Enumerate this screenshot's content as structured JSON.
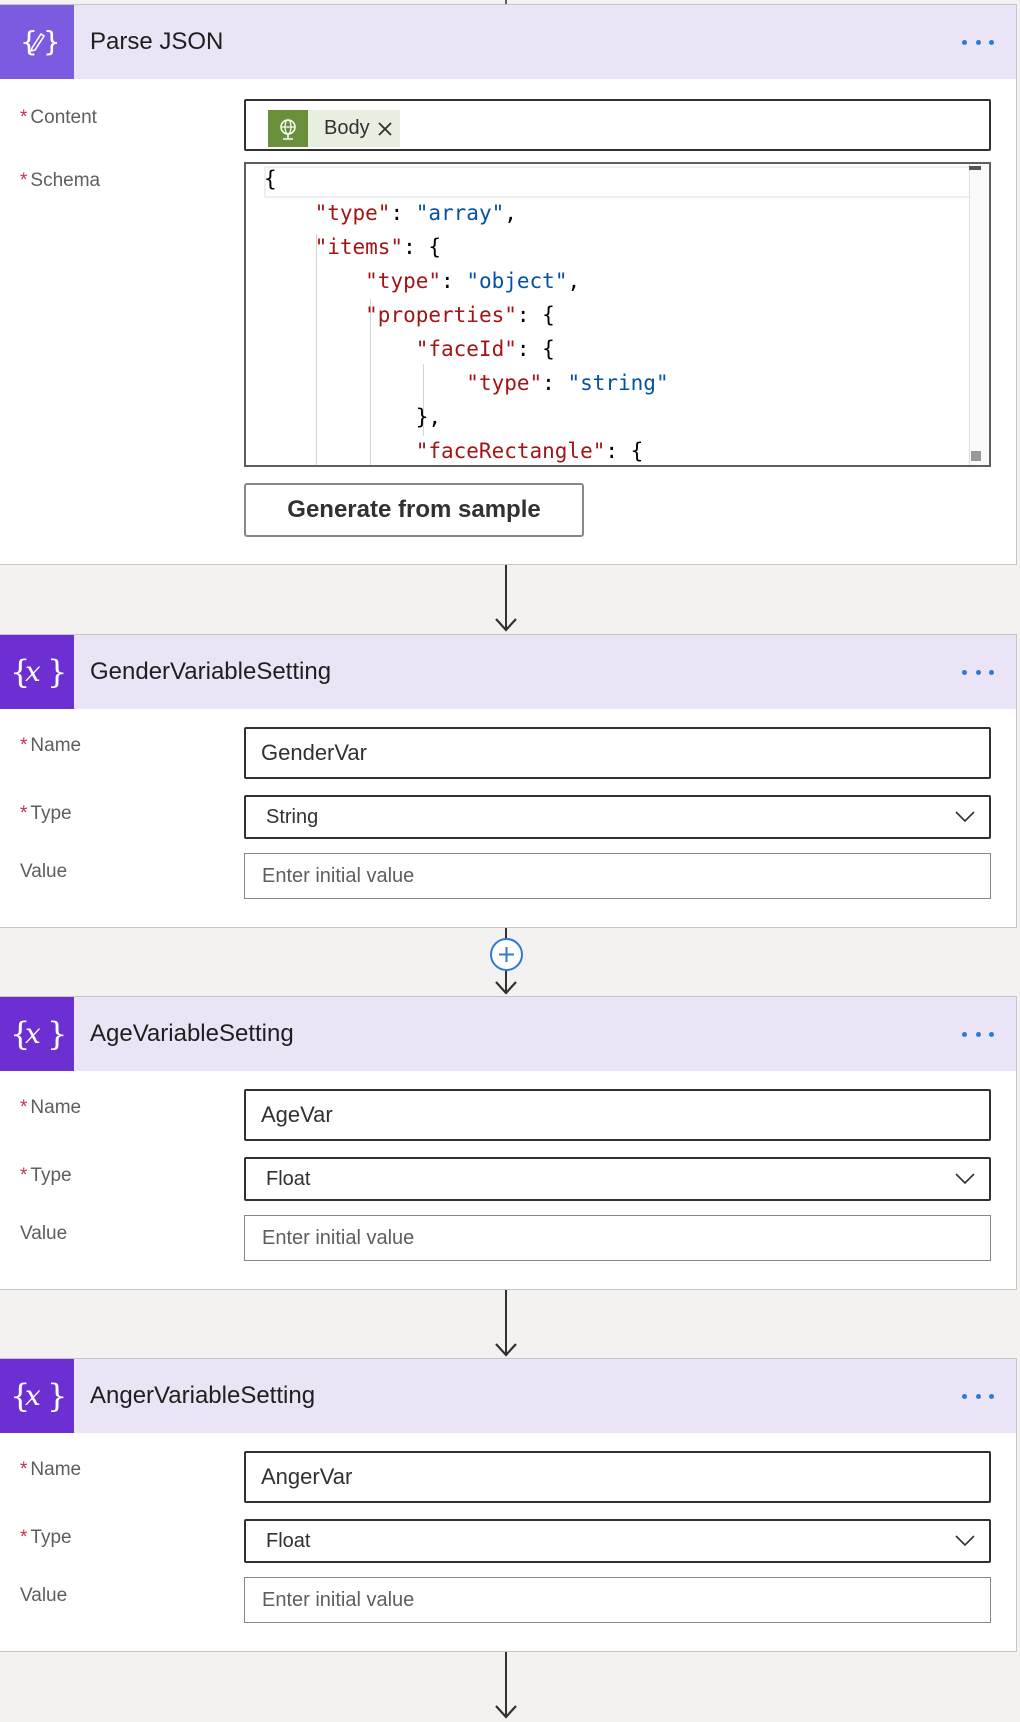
{
  "parse_json": {
    "title": "Parse JSON",
    "content_label": "Content",
    "content_token": "Body",
    "schema_label": "Schema",
    "schema_lines": [
      "{",
      "    \"type\": \"array\",",
      "    \"items\": {",
      "        \"type\": \"object\",",
      "        \"properties\": {",
      "            \"faceId\": {",
      "                \"type\": \"string\"",
      "            },",
      "            \"faceRectangle\": {"
    ],
    "generate_button": "Generate from sample"
  },
  "gender": {
    "title": "GenderVariableSetting",
    "name_label": "Name",
    "name_value": "GenderVar",
    "type_label": "Type",
    "type_value": "String",
    "value_label": "Value",
    "value_placeholder": "Enter initial value"
  },
  "age": {
    "title": "AgeVariableSetting",
    "name_label": "Name",
    "name_value": "AgeVar",
    "type_label": "Type",
    "type_value": "Float",
    "value_label": "Value",
    "value_placeholder": "Enter initial value"
  },
  "anger": {
    "title": "AngerVariableSetting",
    "name_label": "Name",
    "name_value": "AngerVar",
    "type_label": "Type",
    "type_value": "Float",
    "value_label": "Value",
    "value_placeholder": "Enter initial value"
  },
  "required_marker": "*",
  "colors": {
    "parse_json_accent": "#7c5be0",
    "variable_accent": "#6d2fd1",
    "header_bg": "#ebe3f6",
    "link_blue": "#2b7bd6",
    "required_red": "#c4314b",
    "token_green": "#6a8f3a"
  }
}
